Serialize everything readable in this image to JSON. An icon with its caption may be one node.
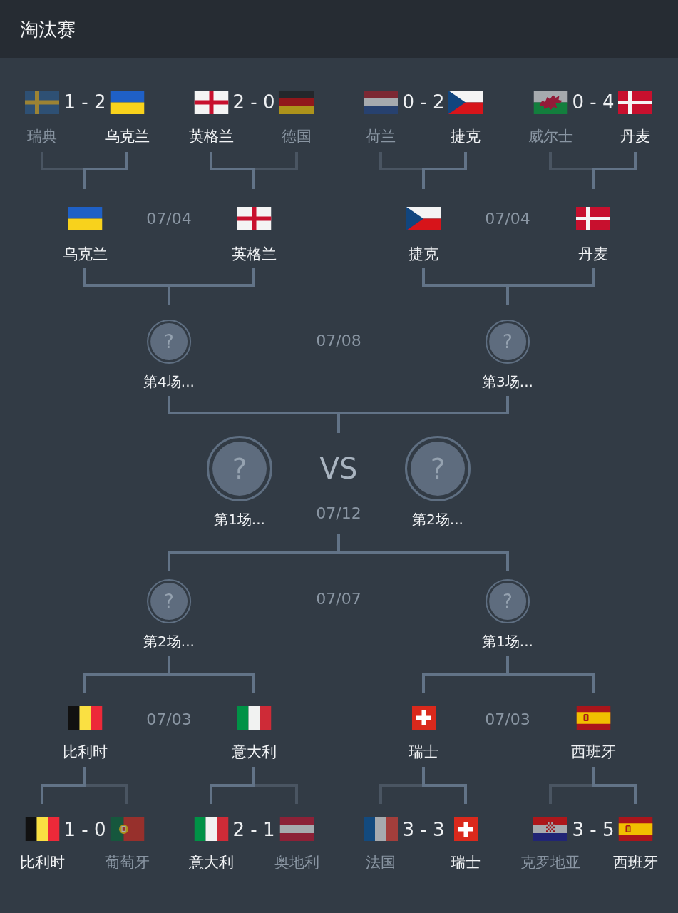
{
  "diagram": {
    "title": "淘汰赛",
    "nodes": [
      {
        "text": [
          "瑞典"
        ]
      },
      {
        "text": [
          "乌克兰"
        ]
      },
      {
        "text": [
          "英格兰"
        ]
      },
      {
        "text": [
          "德国"
        ]
      },
      {
        "text": [
          "荷兰"
        ]
      },
      {
        "text": [
          "捷克"
        ]
      },
      {
        "text": [
          "威尔士"
        ]
      },
      {
        "text": [
          "丹麦"
        ]
      },
      {
        "text": [
          "乌克兰"
        ]
      },
      {
        "text": [
          "英格兰"
        ]
      },
      {
        "text": [
          "捷克"
        ]
      },
      {
        "text": [
          "丹麦"
        ]
      },
      {
        "text": [
          "?",
          "第4场..."
        ]
      },
      {
        "text": [
          "?",
          "第3场..."
        ]
      },
      {
        "text": [
          "?",
          "第1场..."
        ]
      },
      {
        "text": [
          "VS",
          "07/12"
        ]
      },
      {
        "text": [
          "?",
          "第2场..."
        ]
      },
      {
        "text": [
          "?",
          "第2场..."
        ]
      },
      {
        "text": [
          "?",
          "第1场..."
        ]
      },
      {
        "text": [
          "比利时"
        ]
      },
      {
        "text": [
          "意大利"
        ]
      },
      {
        "text": [
          "瑞士"
        ]
      },
      {
        "text": [
          "西班牙"
        ]
      },
      {
        "text": [
          "比利时"
        ]
      },
      {
        "text": [
          "葡萄牙"
        ]
      },
      {
        "text": [
          "意大利"
        ]
      },
      {
        "text": [
          "奥地利"
        ]
      },
      {
        "text": [
          "法国"
        ]
      },
      {
        "text": [
          "瑞士"
        ]
      },
      {
        "text": [
          "克罗地亚"
        ]
      },
      {
        "text": [
          "西班牙"
        ]
      }
    ],
    "edges": [
      {
        "from": 0,
        "to": 8,
        "arrow": "none",
        "color": "#4a5562"
      },
      {
        "from": 1,
        "to": 8,
        "arrow": "none"
      },
      {
        "from": 2,
        "to": 9,
        "arrow": "none"
      },
      {
        "from": 3,
        "to": 9,
        "arrow": "none",
        "color": "#4a5562"
      },
      {
        "from": 4,
        "to": 10,
        "arrow": "none",
        "color": "#4a5562"
      },
      {
        "from": 5,
        "to": 10,
        "arrow": "none"
      },
      {
        "from": 6,
        "to": 11,
        "arrow": "none",
        "color": "#4a5562"
      },
      {
        "from": 7,
        "to": 11,
        "arrow": "none"
      },
      {
        "from": 8,
        "to": 12,
        "arrow": "none"
      },
      {
        "from": 9,
        "to": 12,
        "arrow": "none"
      },
      {
        "from": 10,
        "to": 13,
        "arrow": "none"
      },
      {
        "from": 11,
        "to": 13,
        "arrow": "none"
      },
      {
        "from": 12,
        "to": 15,
        "arrow": "none"
      },
      {
        "from": 13,
        "to": 15,
        "arrow": "none"
      },
      {
        "from": 17,
        "to": 15,
        "arrow": "none"
      },
      {
        "from": 18,
        "to": 15,
        "arrow": "none"
      },
      {
        "from": 19,
        "to": 17,
        "arrow": "none"
      },
      {
        "from": 20,
        "to": 17,
        "arrow": "none"
      },
      {
        "from": 21,
        "to": 18,
        "arrow": "none"
      },
      {
        "from": 22,
        "to": 18,
        "arrow": "none"
      },
      {
        "from": 23,
        "to": 19,
        "arrow": "none"
      },
      {
        "from": 24,
        "to": 19,
        "arrow": "none",
        "color": "#4a5562"
      },
      {
        "from": 25,
        "to": 20,
        "arrow": "none"
      },
      {
        "from": 26,
        "to": 20,
        "arrow": "none",
        "color": "#4a5562"
      },
      {
        "from": 27,
        "to": 21,
        "arrow": "none",
        "color": "#4a5562"
      },
      {
        "from": 28,
        "to": 21,
        "arrow": "none"
      },
      {
        "from": 29,
        "to": 22,
        "arrow": "none",
        "color": "#4a5562"
      },
      {
        "from": 30,
        "to": 22,
        "arrow": "none"
      }
    ],
    "labels": [
      "1 - 2",
      "2 - 0",
      "0 - 2",
      "0 - 4",
      "07/04",
      "07/04",
      "07/08",
      "07/07",
      "07/03",
      "07/03",
      "1 - 0",
      "2 - 1",
      "3 - 3",
      "3 - 5"
    ]
  }
}
